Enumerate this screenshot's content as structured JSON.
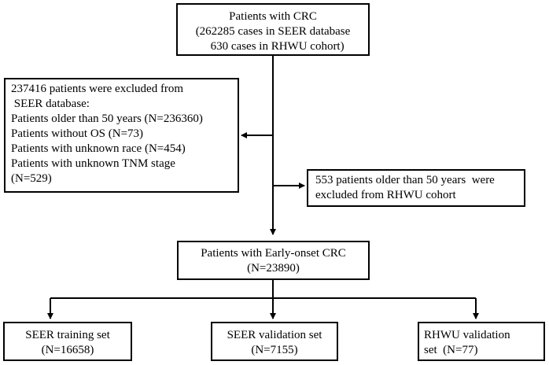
{
  "flowchart": {
    "top_box": {
      "lines": [
        "Patients with CRC",
        "(262285 cases in SEER database",
        "   630 cases in RHWU cohort)"
      ]
    },
    "seer_exclusion": {
      "lines": [
        "237416 patients were excluded from",
        " SEER database:",
        "Patients older than 50 years (N=236360)",
        "Patients without OS (N=73)",
        "Patients with unknown race (N=454)",
        "Patients with unknown TNM stage",
        "(N=529)"
      ]
    },
    "rhwu_exclusion": {
      "lines": [
        "553 patients older than 50 years  were",
        "excluded from RHWU cohort"
      ]
    },
    "early_onset": {
      "lines": [
        "Patients with Early-onset CRC",
        "(N=23890)"
      ]
    },
    "seer_training": {
      "lines": [
        "SEER training set",
        "(N=16658)"
      ]
    },
    "seer_validation": {
      "lines": [
        "SEER validation set",
        "(N=7155)"
      ]
    },
    "rhwu_validation": {
      "lines": [
        "RHWU validation",
        "set  (N=77)"
      ]
    }
  },
  "colors": {
    "stroke": "#000000",
    "background": "#ffffff"
  }
}
